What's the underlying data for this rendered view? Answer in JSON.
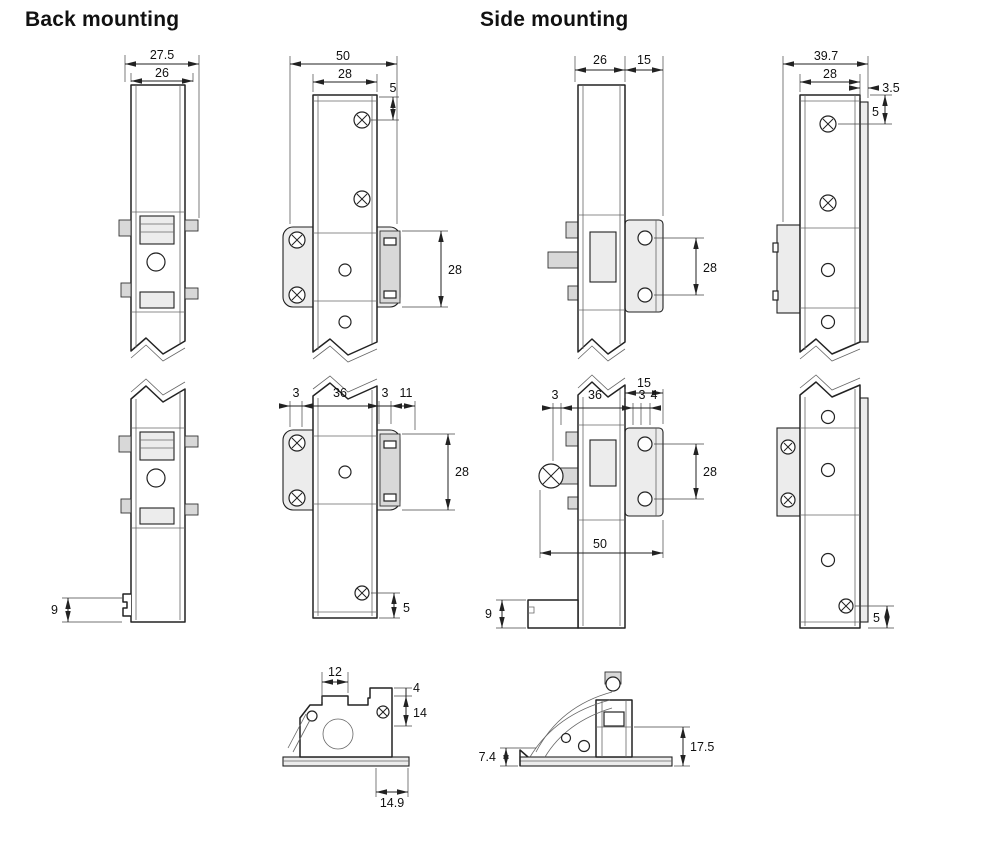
{
  "titles": {
    "back": "Back mounting",
    "side": "Side mounting"
  },
  "back": {
    "side_top": {
      "d_275": "27.5",
      "d_26": "26"
    },
    "side_bottom": {
      "d_9": "9"
    },
    "front_top": {
      "d_50": "50",
      "d_28w": "28",
      "d_5": "5",
      "d_28h": "28"
    },
    "front_bottom": {
      "d_3l": "3",
      "d_36": "36",
      "d_3r": "3",
      "d_11": "11",
      "d_28h": "28",
      "d_5": "5"
    },
    "bottom_view": {
      "d_12": "12",
      "d_4": "4",
      "d_14": "14",
      "d_149": "14.9"
    }
  },
  "side": {
    "side_top": {
      "d_26": "26",
      "d_15": "15",
      "d_28h": "28"
    },
    "side_bottom": {
      "d_15": "15",
      "d_3l": "3",
      "d_36": "36",
      "d_3r": "3",
      "d_4": "4",
      "d_28h": "28",
      "d_50": "50",
      "d_9": "9"
    },
    "front_top": {
      "d_397": "39.7",
      "d_28w": "28",
      "d_35": "3.5",
      "d_5": "5"
    },
    "front_bottom": {
      "d_5": "5"
    },
    "bottom_view": {
      "d_74": "7.4",
      "d_175": "17.5"
    }
  }
}
